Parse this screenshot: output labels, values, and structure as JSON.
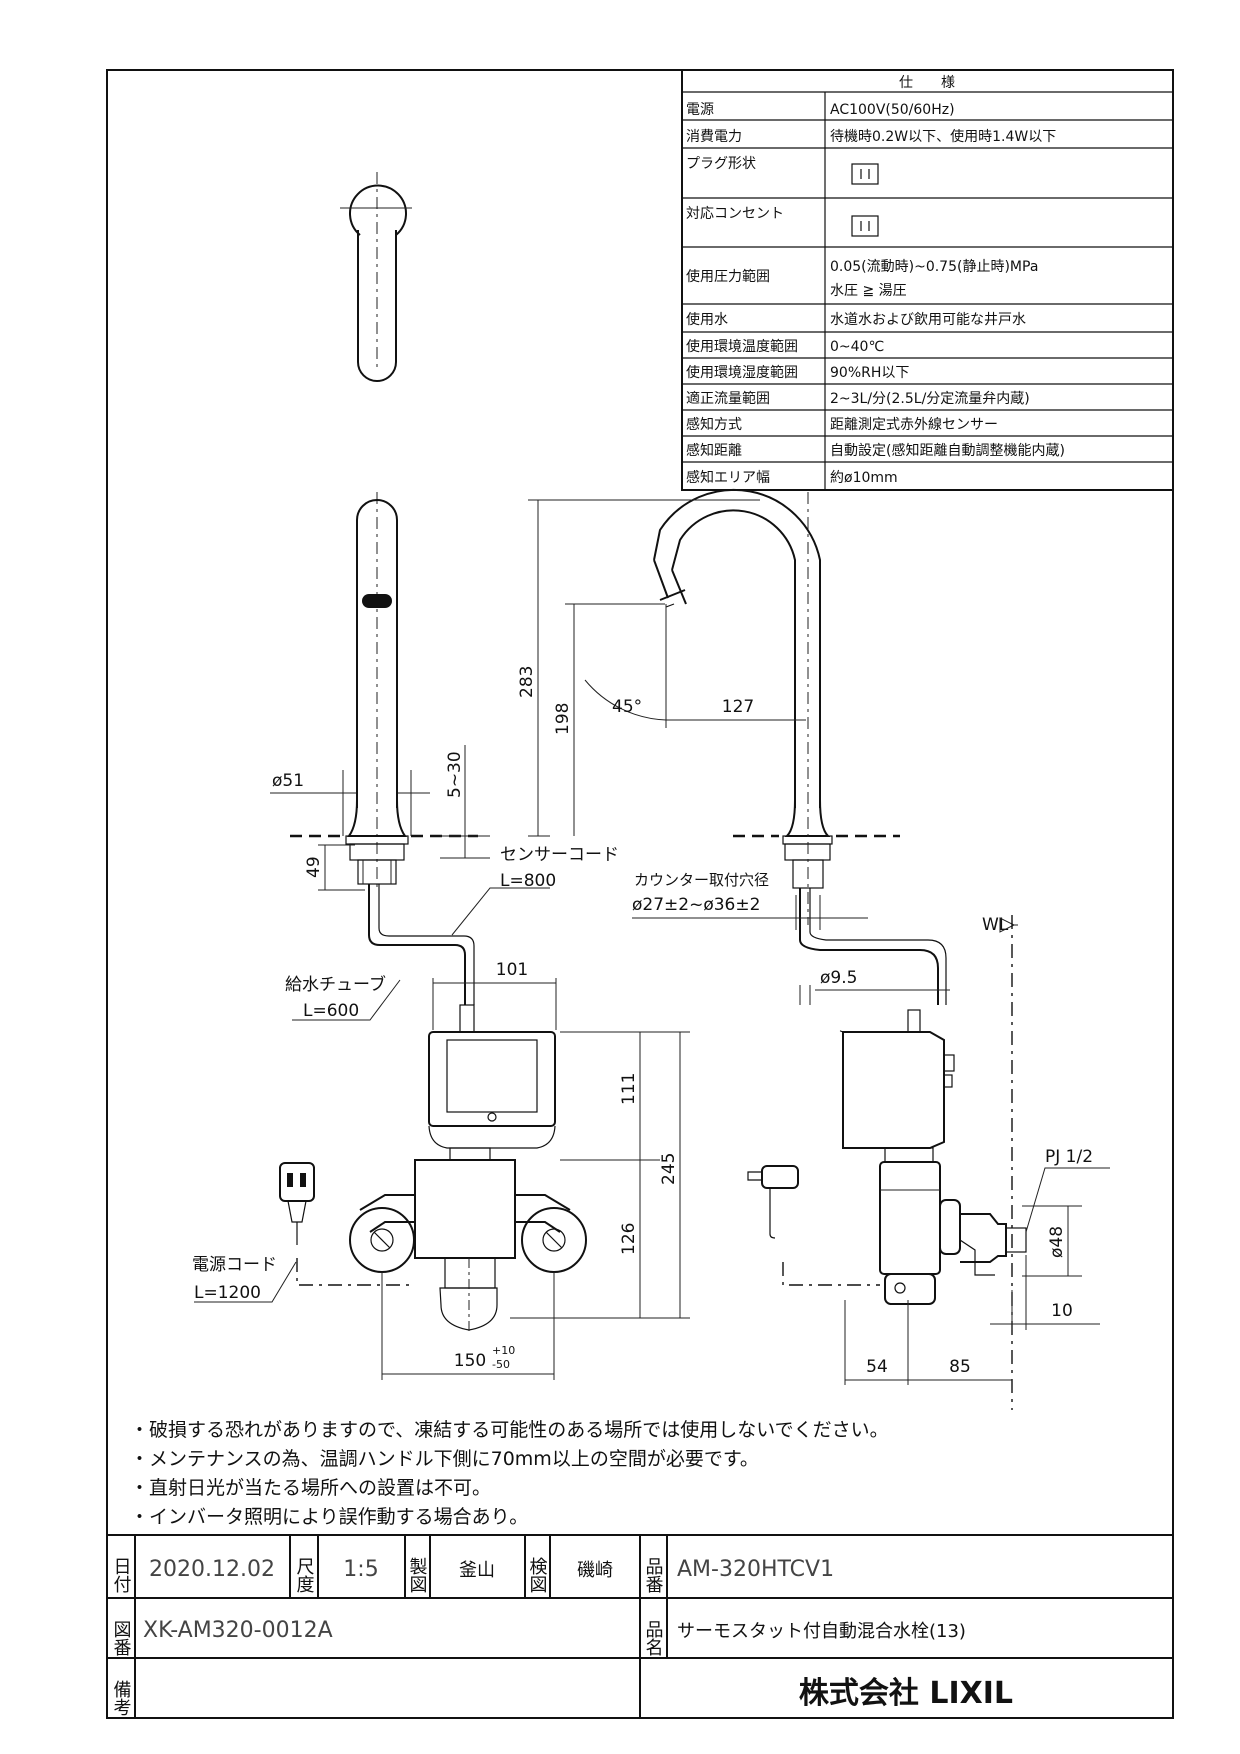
{
  "spec_table": {
    "header": "仕　　様",
    "rows": [
      {
        "label": "電源",
        "value": "AC100V(50/60Hz)"
      },
      {
        "label": "消費電力",
        "value": "待機時0.2W以下、使用時1.4W以下"
      },
      {
        "label": "プラグ形状",
        "value": ""
      },
      {
        "label": "対応コンセント",
        "value": ""
      },
      {
        "label": "使用圧力範囲",
        "value": "0.05(流動時)~0.75(静止時)MPa",
        "value2": "水圧 ≧ 湯圧"
      },
      {
        "label": "使用水",
        "value": "水道水および飲用可能な井戸水"
      },
      {
        "label": "使用環境温度範囲",
        "value": "0~40℃"
      },
      {
        "label": "使用環境湿度範囲",
        "value": "90%RH以下"
      },
      {
        "label": "適正流量範囲",
        "value": "2~3L/分(2.5L/分定流量弁内蔵)"
      },
      {
        "label": "感知方式",
        "value": "距離測定式赤外線センサー"
      },
      {
        "label": "感知距離",
        "value": "自動設定(感知距離自動調整機能内蔵)"
      },
      {
        "label": "感知エリア幅",
        "value": "約ø10mm"
      }
    ]
  },
  "dimensions": {
    "d283": "283",
    "d198": "198",
    "angle45": "45°",
    "d127": "127",
    "phi51": "ø51",
    "d5_30": "5~30",
    "d49": "49",
    "d101": "101",
    "d111": "111",
    "d245": "245",
    "d126": "126",
    "d150": "150",
    "d150_plus": "+10",
    "d150_minus": "-50",
    "phi9_5": "ø9.5",
    "d54": "54",
    "d85": "85",
    "phi48": "ø48",
    "d10": "10",
    "wl": "WL",
    "pj": "PJ 1/2"
  },
  "callouts": {
    "sensor_cord_1": "センサーコード",
    "sensor_cord_2": "L=800",
    "counter_hole_1": "カウンター取付穴径",
    "counter_hole_2": "ø27±2~ø36±2",
    "supply_tube_1": "給水チューブ",
    "supply_tube_2": "L=600",
    "power_cord_1": "電源コード",
    "power_cord_2": "L=1200"
  },
  "notes": [
    "・破損する恐れがありますので、凍結する可能性のある場所では使用しないでください。",
    "・メンテナンスの為、温調ハンドル下側に70mm以上の空間が必要です。",
    "・直射日光が当たる場所への設置は不可。",
    "・インバータ照明により誤作動する場合あり。"
  ],
  "title_block": {
    "date_label": "日付",
    "date": "2020.12.02",
    "scale_label": "尺度",
    "scale": "1:5",
    "drawn_label": "製図",
    "drawn_by": "釜山",
    "checked_label": "検図",
    "checked_by": "磯崎",
    "part_no_label": "品番",
    "part_no": "AM-320HTCV1",
    "drawing_no_label": "図番",
    "drawing_no": "XK-AM320-0012A",
    "part_name_label": "品名",
    "part_name": "サーモスタット付自動混合水栓(13)",
    "remarks_label": "備考",
    "company": "株式会社 LIXIL"
  }
}
